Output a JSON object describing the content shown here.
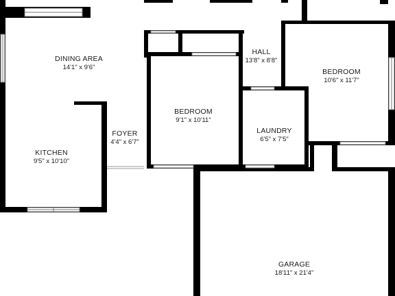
{
  "rooms": {
    "dining": {
      "name": "DINING AREA",
      "dims": "14'1\" x 9'6\""
    },
    "hall": {
      "name": "HALL",
      "dims": "13'8\" x 8'8\""
    },
    "bedroom_right": {
      "name": "BEDROOM",
      "dims": "10'6\" x 11'7\""
    },
    "bedroom_center": {
      "name": "BEDROOM",
      "dims": "9'1\" x 10'11\""
    },
    "foyer": {
      "name": "FOYER",
      "dims": "4'4\" x 6'7\""
    },
    "laundry": {
      "name": "LAUNDRY",
      "dims": "6'5\" x 7'5\""
    },
    "kitchen": {
      "name": "KITCHEN",
      "dims": "9'5\" x 10'10\""
    },
    "garage": {
      "name": "GARAGE",
      "dims": "18'11\" x 21'4\""
    }
  },
  "colors": {
    "wall": "#000000",
    "background": "#ffffff",
    "window": "#bfbfbf",
    "text": "#1a1a1a"
  }
}
